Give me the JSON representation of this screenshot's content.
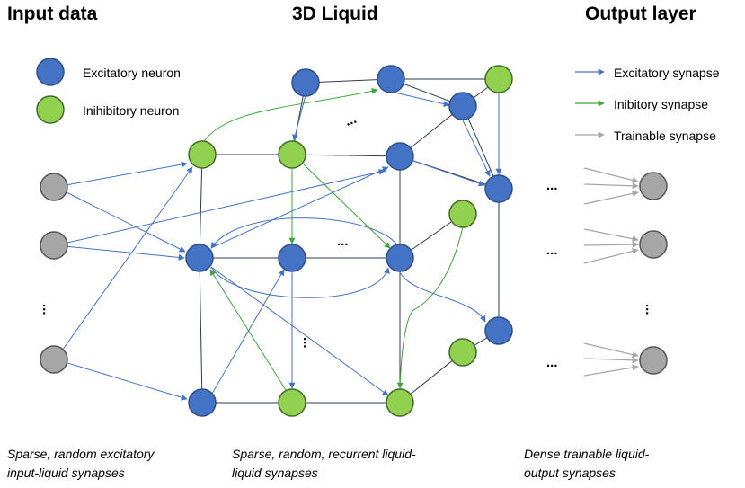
{
  "titles": {
    "input": "Input data",
    "liquid": "3D Liquid",
    "output": "Output layer"
  },
  "legend": {
    "excitatory_neuron": "Excitatory neuron",
    "inhibitory_neuron": "Inihibitory neuron",
    "excitatory_synapse": "Excitatory synapse",
    "inhibitory_synapse": "Inibitory synapse",
    "trainable_synapse": "Trainable synapse"
  },
  "captions": {
    "input_line1": "Sparse, random excitatory",
    "input_line2": "input-liquid synapses",
    "liquid_line1": "Sparse, random, recurrent liquid-",
    "liquid_line2": "liquid synapses",
    "output_line1": "Dense trainable liquid-",
    "output_line2": "output synapses"
  },
  "ellipsis": "...",
  "colors": {
    "excitatory": "#4472c4",
    "inhibitory": "#92d050",
    "input": "#a6a6a6",
    "edge_excitatory": "#4472c4",
    "edge_inhibitory": "#3aa63a",
    "edge_trainable": "#a6a6a6",
    "lattice": "#2f3b4d"
  }
}
